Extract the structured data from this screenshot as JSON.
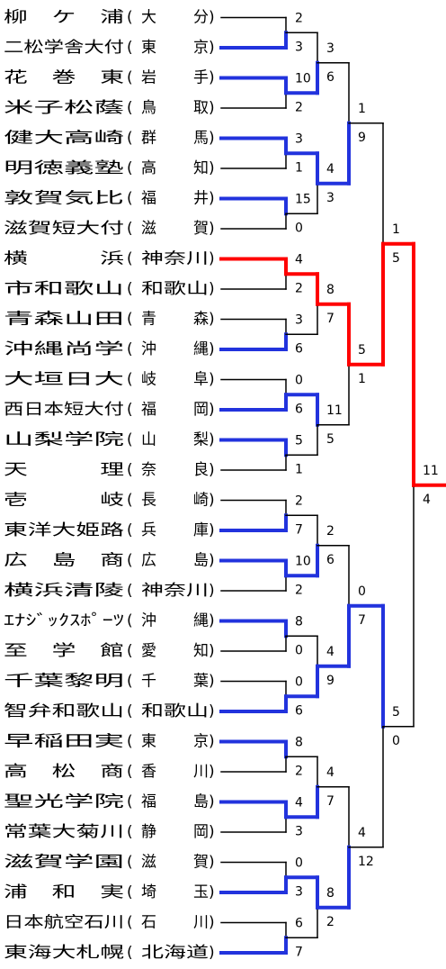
{
  "teams": [
    {
      "name": "柳　ケ　浦",
      "pref": "大分",
      "won": false
    },
    {
      "name": "二松学舎大付",
      "pref": "東京",
      "won": true
    },
    {
      "name": "花　巻　東",
      "pref": "岩手",
      "won": true
    },
    {
      "name": "米子松蔭",
      "pref": "鳥取",
      "won": false
    },
    {
      "name": "健大高崎",
      "pref": "群馬",
      "won": true
    },
    {
      "name": "明徳義塾",
      "pref": "高知",
      "won": false
    },
    {
      "name": "敦賀気比",
      "pref": "福井",
      "won": true
    },
    {
      "name": "滋賀短大付",
      "pref": "滋賀",
      "won": false
    },
    {
      "name": "横　　　浜",
      "pref": "神奈川",
      "won": true
    },
    {
      "name": "市和歌山",
      "pref": "和歌山",
      "won": false
    },
    {
      "name": "青森山田",
      "pref": "青森",
      "won": false
    },
    {
      "name": "沖縄尚学",
      "pref": "沖縄",
      "won": true
    },
    {
      "name": "大垣日大",
      "pref": "岐阜",
      "won": false
    },
    {
      "name": "西日本短大付",
      "pref": "福岡",
      "won": true
    },
    {
      "name": "山梨学院",
      "pref": "山梨",
      "won": true
    },
    {
      "name": "天　　　理",
      "pref": "奈良",
      "won": false
    },
    {
      "name": "壱　　　岐",
      "pref": "長崎",
      "won": false
    },
    {
      "name": "東洋大姫路",
      "pref": "兵庫",
      "won": true
    },
    {
      "name": "広　島　商",
      "pref": "広島",
      "won": true
    },
    {
      "name": "横浜清陵",
      "pref": "神奈川",
      "won": false
    },
    {
      "name": "ｴﾅｼﾞｯｸｽﾎﾟｰﾂ",
      "pref": "沖縄",
      "won": true
    },
    {
      "name": "至　学　館",
      "pref": "愛知",
      "won": false
    },
    {
      "name": "千葉黎明",
      "pref": "千葉",
      "won": false
    },
    {
      "name": "智弁和歌山",
      "pref": "和歌山",
      "won": true
    },
    {
      "name": "早稲田実",
      "pref": "東京",
      "won": true
    },
    {
      "name": "高　松　商",
      "pref": "香川",
      "won": false
    },
    {
      "name": "聖光学院",
      "pref": "福島",
      "won": true
    },
    {
      "name": "常葉大菊川",
      "pref": "静岡",
      "won": false
    },
    {
      "name": "滋賀学園",
      "pref": "滋賀",
      "won": false
    },
    {
      "name": "浦　和　実",
      "pref": "埼玉",
      "won": true
    },
    {
      "name": "日本航空石川",
      "pref": "石川",
      "won": false
    },
    {
      "name": "東海大札幌",
      "pref": "北海道",
      "won": true
    }
  ],
  "rounds": [
    [
      {
        "top": "2",
        "bottom": "3",
        "winner": "bottom"
      },
      {
        "top": "10",
        "bottom": "2",
        "winner": "top"
      },
      {
        "top": "3",
        "bottom": "1",
        "winner": "top"
      },
      {
        "top": "15",
        "bottom": "0",
        "winner": "top"
      },
      {
        "top": "4",
        "bottom": "2",
        "winner": "top"
      },
      {
        "top": "3",
        "bottom": "6",
        "winner": "bottom"
      },
      {
        "top": "0",
        "bottom": "6",
        "winner": "bottom"
      },
      {
        "top": "5",
        "bottom": "1",
        "winner": "top"
      },
      {
        "top": "2",
        "bottom": "7",
        "winner": "bottom"
      },
      {
        "top": "10",
        "bottom": "2",
        "winner": "top"
      },
      {
        "top": "8",
        "bottom": "0",
        "winner": "top"
      },
      {
        "top": "0",
        "bottom": "6",
        "winner": "bottom"
      },
      {
        "top": "8",
        "bottom": "2",
        "winner": "top"
      },
      {
        "top": "4",
        "bottom": "3",
        "winner": "top"
      },
      {
        "top": "0",
        "bottom": "3",
        "winner": "bottom"
      },
      {
        "top": "6",
        "bottom": "7",
        "winner": "bottom"
      }
    ],
    [
      {
        "top": "3",
        "bottom": "6",
        "winner": "bottom"
      },
      {
        "top": "4",
        "bottom": "3",
        "winner": "top"
      },
      {
        "top": "8",
        "bottom": "7",
        "winner": "top"
      },
      {
        "top": "11",
        "bottom": "5",
        "winner": "top"
      },
      {
        "top": "2",
        "bottom": "6",
        "winner": "bottom"
      },
      {
        "top": "4",
        "bottom": "9",
        "winner": "bottom"
      },
      {
        "top": "4",
        "bottom": "7",
        "winner": "bottom"
      },
      {
        "top": "8",
        "bottom": "2",
        "winner": "top"
      }
    ],
    [
      {
        "top": "1",
        "bottom": "9",
        "winner": "bottom"
      },
      {
        "top": "5",
        "bottom": "1",
        "winner": "top"
      },
      {
        "top": "0",
        "bottom": "7",
        "winner": "bottom"
      },
      {
        "top": "4",
        "bottom": "12",
        "winner": "bottom"
      }
    ],
    [
      {
        "top": "1",
        "bottom": "5",
        "winner": "bottom"
      },
      {
        "top": "5",
        "bottom": "0",
        "winner": "top"
      }
    ],
    [
      {
        "top": "11",
        "bottom": "4",
        "winner": "top"
      }
    ]
  ],
  "champion_path": {
    "team_index": 8,
    "color": "#ff0000"
  },
  "colors": {
    "win": "#2233dd",
    "lose": "#000000",
    "champion": "#ff0000"
  }
}
